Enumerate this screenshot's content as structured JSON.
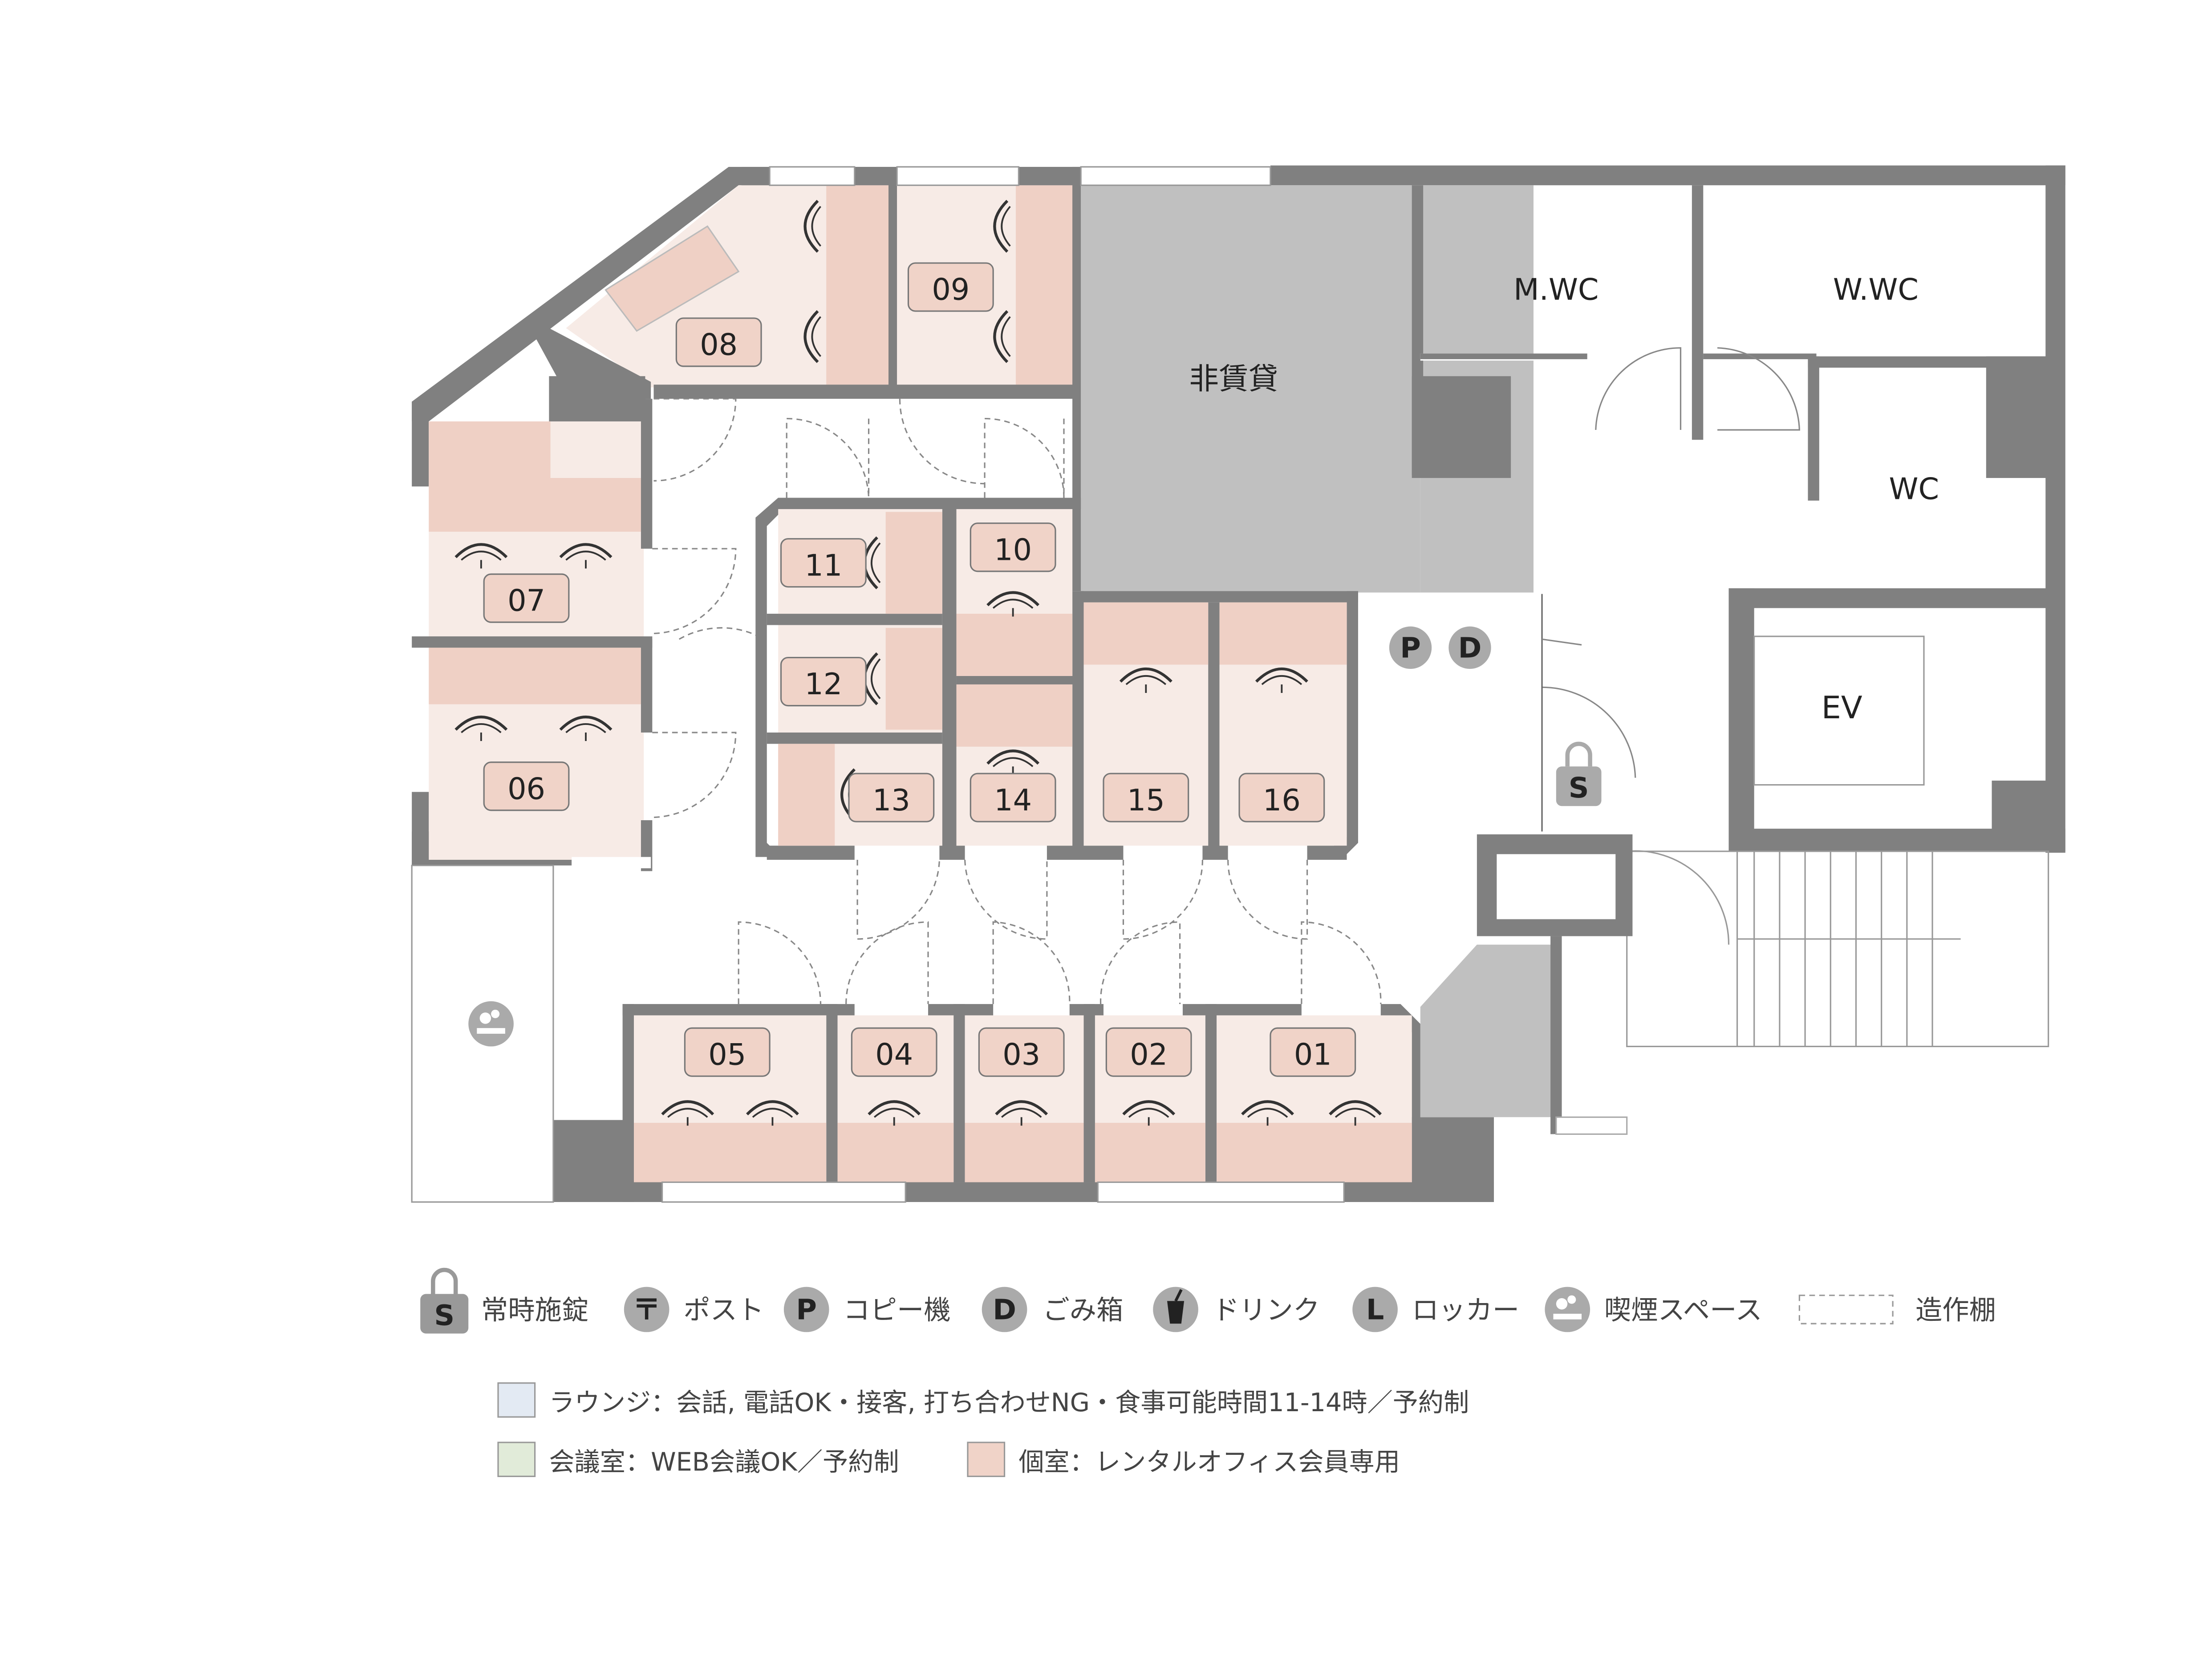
{
  "rooms": {
    "r01": "01",
    "r02": "02",
    "r03": "03",
    "r04": "04",
    "r05": "05",
    "r06": "06",
    "r07": "07",
    "r08": "08",
    "r09": "09",
    "r10": "10",
    "r11": "11",
    "r12": "12",
    "r13": "13",
    "r14": "14",
    "r15": "15",
    "r16": "16"
  },
  "areas": {
    "non_rental": "非賃貸",
    "mens_wc": "M.WC",
    "womens_wc": "W.WC",
    "wc": "WC",
    "elevator": "EV"
  },
  "map_badges": {
    "copier": "P",
    "trash": "D",
    "lock": "S"
  },
  "legend": {
    "lock": {
      "badge": "S",
      "label": "常時施錠"
    },
    "post": {
      "badge": "〒",
      "label": "ポスト"
    },
    "copier": {
      "badge": "P",
      "label": "コピー機"
    },
    "trash": {
      "badge": "D",
      "label": "ごみ箱"
    },
    "drink": {
      "label": "ドリンク"
    },
    "locker": {
      "badge": "L",
      "label": "ロッカー"
    },
    "smoking": {
      "label": "喫煙スペース"
    },
    "shelf": {
      "label": "造作棚"
    }
  },
  "zones": {
    "lounge": {
      "label": "ラウンジ：会話, 電話OK・接客, 打ち合わせNG・食事可能時間11-14時／予約制",
      "color": "#e3eaf3"
    },
    "meeting": {
      "label": "会議室：WEB会議OK／予約制",
      "color": "#e1ebd9"
    },
    "private": {
      "label": "個室：レンタルオフィス会員専用",
      "color": "#f0d3c8"
    }
  },
  "colors": {
    "wall": "#808080",
    "non_rental": "#c0c0c0",
    "room_fill": "#f7ebe6",
    "desk_fill": "#efd0c5",
    "label_fill": "#f0d3c8",
    "badge": "#aaaaaa"
  }
}
